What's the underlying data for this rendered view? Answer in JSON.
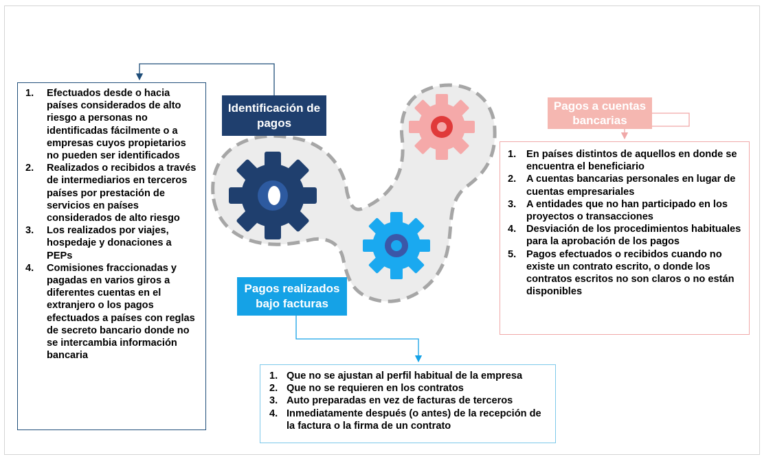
{
  "identificacion": {
    "title": "Identificación de pagos",
    "items": [
      "Efectuados desde o hacia países considerados de alto riesgo a personas no identificadas fácilmente o a empresas cuyos propietarios no pueden ser identificados",
      "Realizados o recibidos a través de intermediarios en terceros países por prestación de servicios en países considerados de alto riesgo",
      "Los realizados por viajes, hospedaje y donaciones a PEPs",
      "Comisiones fraccionadas y pagadas  en varios giros a diferentes cuentas en el extranjero o los pagos efectuados a países con reglas de secreto bancario donde no se intercambia información bancaria"
    ]
  },
  "cuentas": {
    "title": "Pagos a cuentas bancarias",
    "items": [
      "En países distintos de aquellos en donde se encuentra el beneficiario",
      "A cuentas bancarias personales en lugar de cuentas empresariales",
      "A entidades que no han participado en los proyectos o transacciones",
      "Desviación de los procedimientos habituales para la aprobación de los pagos",
      "Pagos efectuados o recibidos cuando no existe un contrato escrito, o donde los contratos escritos no son claros o no están disponibles"
    ]
  },
  "facturas": {
    "title": "Pagos realizados bajo facturas",
    "items": [
      "Que no se ajustan al perfil habitual de la empresa",
      "Que no se requieren en los contratos",
      "Auto preparadas en vez de facturas de terceros",
      "Inmediatamente después (o antes) de la recepción de la factura o la firma de un contrato"
    ]
  },
  "gears": {
    "large": {
      "icon": "gear-icon",
      "color": "#1f3f6e",
      "hole": "#ffffff"
    },
    "small_blue": {
      "icon": "gear-icon",
      "color": "#1aa9f0",
      "hole": "#3b57a8"
    },
    "small_pink": {
      "icon": "gear-icon",
      "color": "#f5a9a9",
      "hole": "#e03a3a"
    }
  },
  "colors": {
    "navy": "#1f3f6e",
    "pink": "#f5b7b1",
    "cyan": "#15a2e6",
    "dash": "#a6a6a6"
  }
}
